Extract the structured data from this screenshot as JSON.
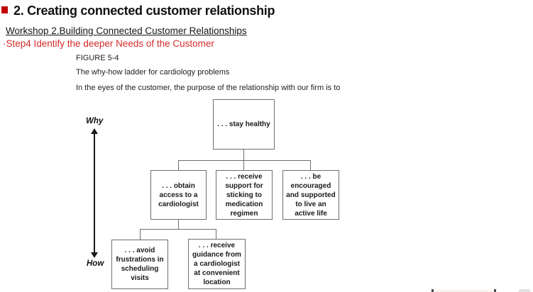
{
  "page": {
    "title": "2. Creating connected customer relationship",
    "workshop_link": "Workshop 2.Building Connected Customer Relationships",
    "step_line": "·Step4 Identify the deeper Needs of the Customer"
  },
  "figure": {
    "label": "FIGURE 5-4",
    "caption": "The why-how ladder for cardiology problems",
    "intro": "In the eyes of the customer, the purpose of the relationship with our firm is to",
    "axis_top": "Why",
    "axis_bottom": "How",
    "nodes": {
      "root": ". . . stay healthy",
      "obtain": ". . . obtain\naccess to a\ncardiologist",
      "support": ". . . receive\nsupport for\nsticking to\nmedication\nregimen",
      "encouraged": ". . . be\nencouraged\nand supported\nto live an\nactive life",
      "avoid": ". . . avoid\nfrustrations in\nscheduling\nvisits",
      "guidance": ". . . receive\nguidance from\na cardiologist\nat convenient\nlocation"
    }
  },
  "colors": {
    "corner_marker_red": "#c00000",
    "step_text_red": "#d22b2b",
    "diagram_line_gray": "#6e6e6e"
  }
}
